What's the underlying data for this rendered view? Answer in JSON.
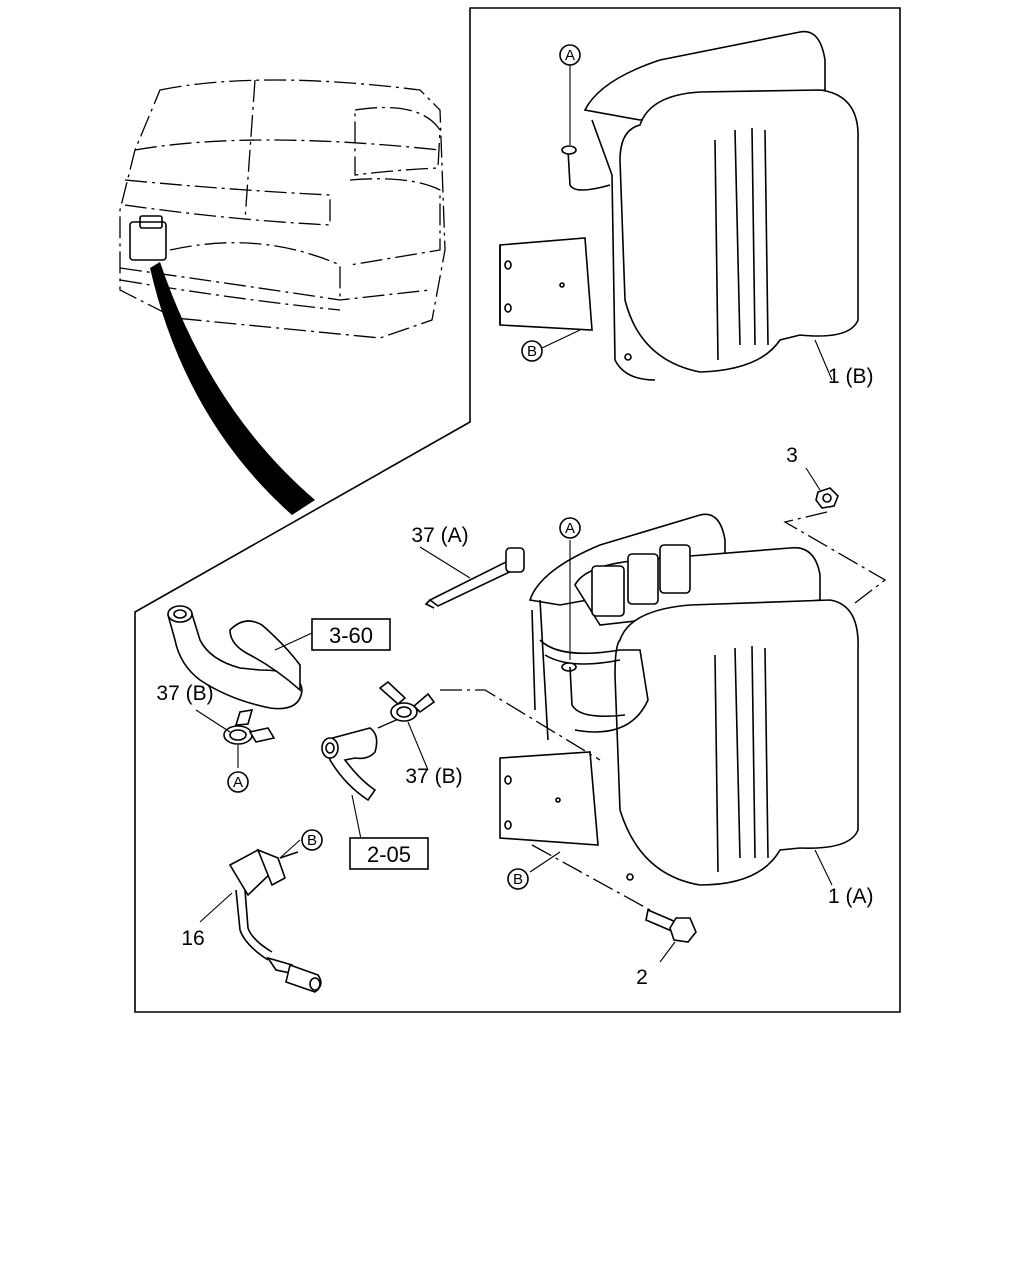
{
  "callouts": {
    "part_1b": "1 (B)",
    "part_1a": "1 (A)",
    "part_3": "3",
    "part_37a": "37 (A)",
    "part_37b_left": "37 (B)",
    "part_37b_right": "37 (B)",
    "part_16": "16",
    "part_2": "2"
  },
  "refs": {
    "box_3_60": "3-60",
    "box_2_05": "2-05"
  },
  "markers": {
    "a_top": "A",
    "b_top": "B",
    "a_mid": "A",
    "a_left": "A",
    "b_16": "B",
    "b_bottom": "B"
  }
}
